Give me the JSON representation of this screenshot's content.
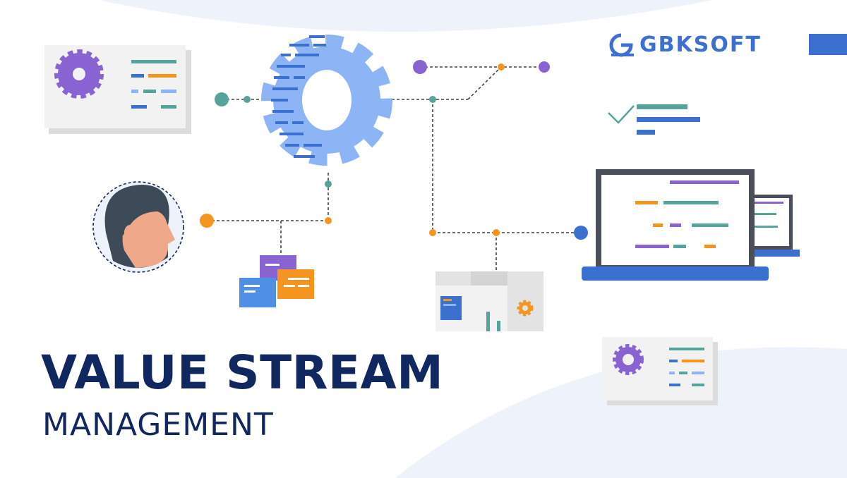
{
  "headline": {
    "title": "VALUE STREAM",
    "subtitle": "MANAGEMENT"
  },
  "brand": {
    "name": "GBKSOFT"
  },
  "colors": {
    "navy": "#10285f",
    "blue": "#3b6fd0",
    "gear_blue": "#8db4f5",
    "purple": "#8a63d2",
    "orange": "#f5951f",
    "teal": "#56a39b",
    "background_tint": "#eef3fb"
  },
  "icons": [
    "gear-icon",
    "checkmark-icon",
    "avatar-icon",
    "laptop-icon",
    "dashboard-icon",
    "notes-icon"
  ]
}
